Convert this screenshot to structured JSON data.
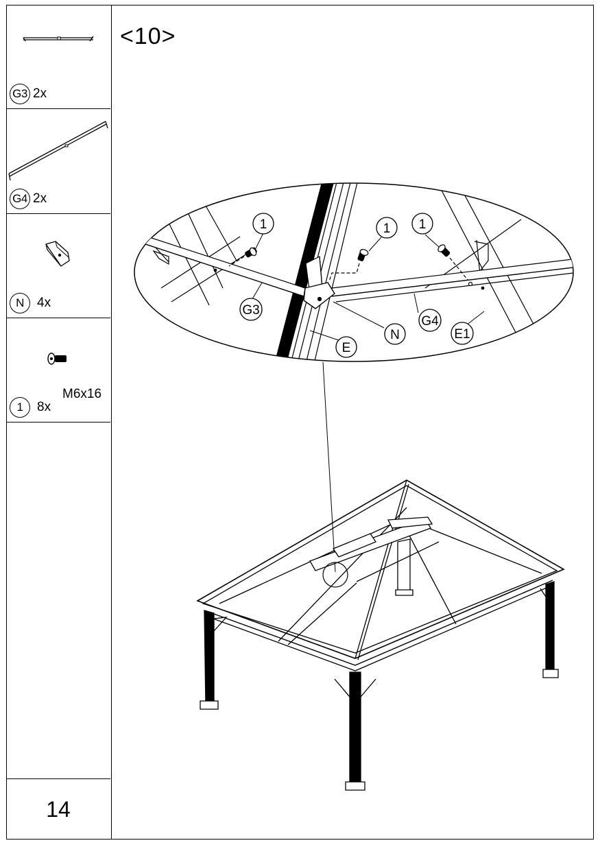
{
  "step": {
    "label": "<10>"
  },
  "parts": [
    {
      "code": "G3",
      "qty": "2x",
      "icon": "short-beam-icon"
    },
    {
      "code": "G4",
      "qty": "2x",
      "icon": "long-rafter-icon"
    },
    {
      "code": "N",
      "qty": "4x",
      "icon": "corner-bracket-icon"
    },
    {
      "code": "1",
      "qty": "8x",
      "spec": "M6x16",
      "icon": "bolt-icon"
    }
  ],
  "page": {
    "number": "14"
  },
  "callouts": {
    "bolt_a": "1",
    "bolt_b": "1",
    "bolt_c": "1",
    "g3": "G3",
    "g4": "G4",
    "n": "N",
    "e": "E",
    "e1": "E1"
  }
}
